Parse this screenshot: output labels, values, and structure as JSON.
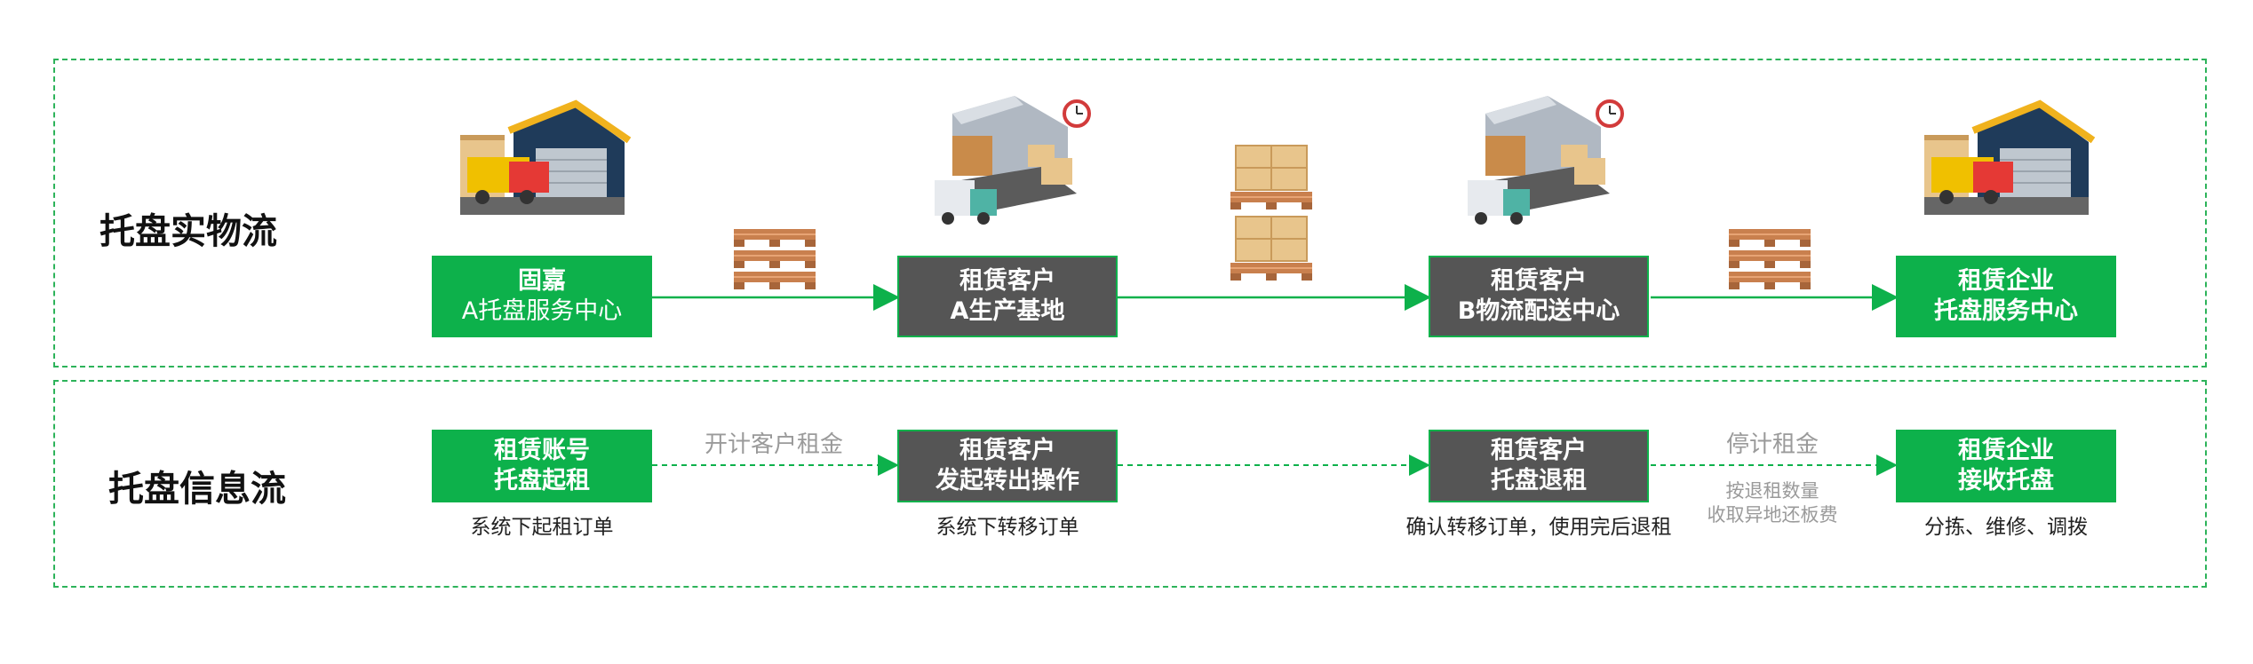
{
  "rows": {
    "physical_title": "托盘实物流",
    "info_title": "托盘信息流"
  },
  "physical": {
    "n1": {
      "l1": "固嘉",
      "l2": "A托盘服务中心"
    },
    "n2": {
      "l1": "租赁客户",
      "l2": "A生产基地"
    },
    "n3": {
      "l1": "租赁客户",
      "l2": "B物流配送中心"
    },
    "n4": {
      "l1": "租赁企业",
      "l2": "托盘服务中心"
    }
  },
  "info": {
    "n1": {
      "l1": "租赁账号",
      "l2": "托盘起租",
      "caption": "系统下起租订单"
    },
    "n2": {
      "l1": "租赁客户",
      "l2": "发起转出操作",
      "caption": "系统下转移订单"
    },
    "n3": {
      "l1": "租赁客户",
      "l2": "托盘退租",
      "caption": "确认转移订单，使用完后退租"
    },
    "n4": {
      "l1": "租赁企业",
      "l2": "接收托盘",
      "caption": "分拣、维修、调拨"
    },
    "edge1_label": "开计客户租金",
    "edge3_label": "停计租金",
    "edge3_note1": "按退租数量",
    "edge3_note2": "收取异地还板费"
  },
  "colors": {
    "green": "#0db14b",
    "dark": "#555555",
    "pallet": "#c9804e",
    "box": "#e8c58c"
  },
  "icons": [
    "warehouse-truck-icon",
    "pallet-stack-icon",
    "factory-truck-icon",
    "box-pallet-icon"
  ]
}
